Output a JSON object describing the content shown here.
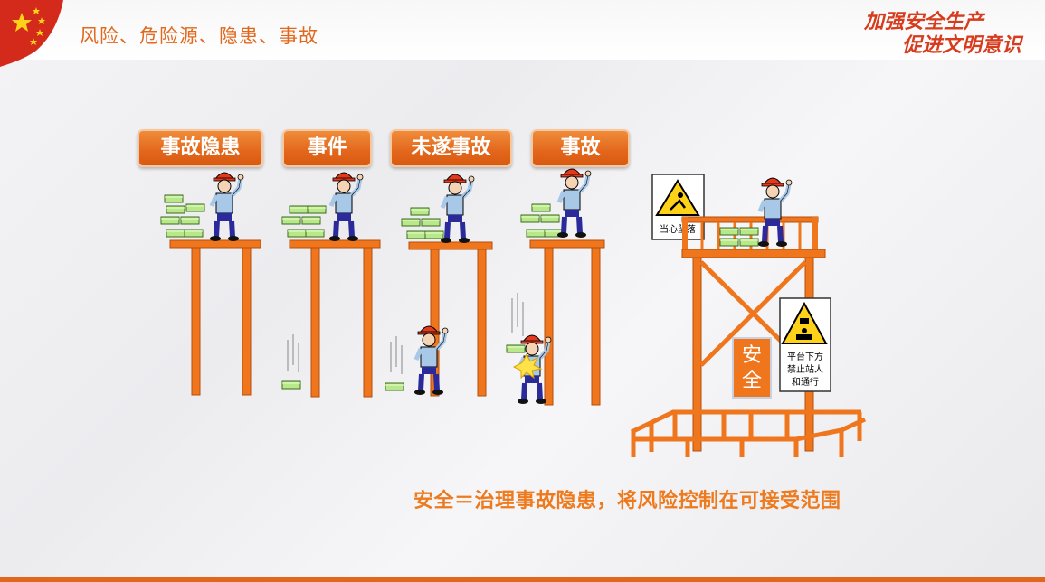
{
  "slide": {
    "title": "风险、危险源、隐患、事故",
    "slogan_line1": "加强安全生产",
    "slogan_line2": "促进文明意识"
  },
  "labels": {
    "hidden_danger": "事故隐患",
    "incident": "事件",
    "near_miss": "未遂事故",
    "accident": "事故"
  },
  "signs": {
    "fall_warning": "当心坠落",
    "platform_line1": "平台下方",
    "platform_line2": "禁止站人",
    "platform_line3": "和通行",
    "safe_line1": "安",
    "safe_line2": "全"
  },
  "tagline": "安全＝治理事故隐患，将风险控制在可接受范围",
  "colors": {
    "accent": "#e2661b",
    "scaffold": "#f0761d",
    "brick": "#b8e88a",
    "worker_shirt": "#a8c8e8",
    "worker_pants": "#2a2a9a",
    "helmet": "#e23a1a"
  }
}
